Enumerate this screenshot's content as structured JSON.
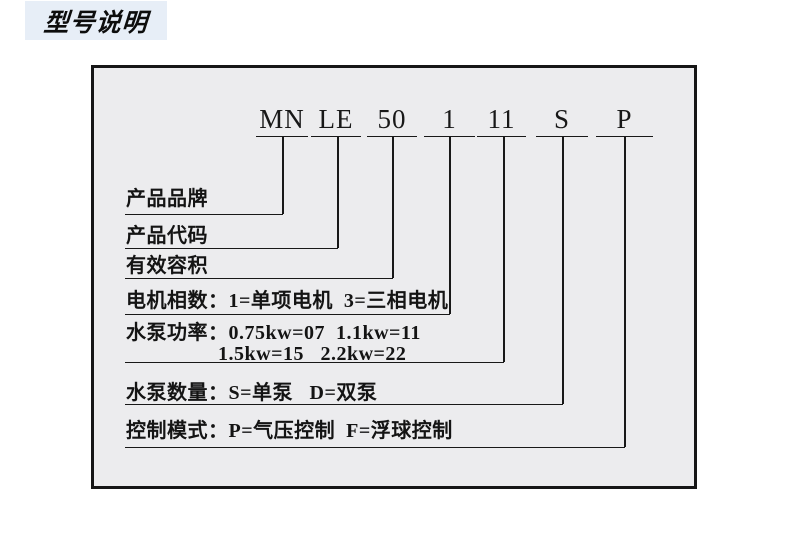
{
  "header": {
    "title": "型号说明"
  },
  "model_code": {
    "full_code": "MN LE 50 1 11 S P",
    "segments": [
      {
        "text": "MN"
      },
      {
        "text": "LE"
      },
      {
        "text": "50"
      },
      {
        "text": "1"
      },
      {
        "text": "11"
      },
      {
        "text": "S"
      },
      {
        "text": "P"
      }
    ]
  },
  "legend": {
    "rows": [
      {
        "label": "产品品牌"
      },
      {
        "label": "产品代码"
      },
      {
        "label": "有效容积"
      },
      {
        "label": "电机相数：1=单项电机  3=三相电机"
      },
      {
        "label": "水泵功率：0.75kw=07  1.1kw=11",
        "label_line2": "1.5kw=15   2.2kw=22"
      },
      {
        "label": "水泵数量：S=单泵   D=双泵"
      },
      {
        "label": "控制模式：P=气压控制  F=浮球控制"
      }
    ]
  },
  "colors": {
    "page_background": "#ffffff",
    "header_highlight": "#e7eef7",
    "panel_background": "#ececee",
    "panel_border": "#161616",
    "line_color": "#181818",
    "text_color": "#141414"
  }
}
